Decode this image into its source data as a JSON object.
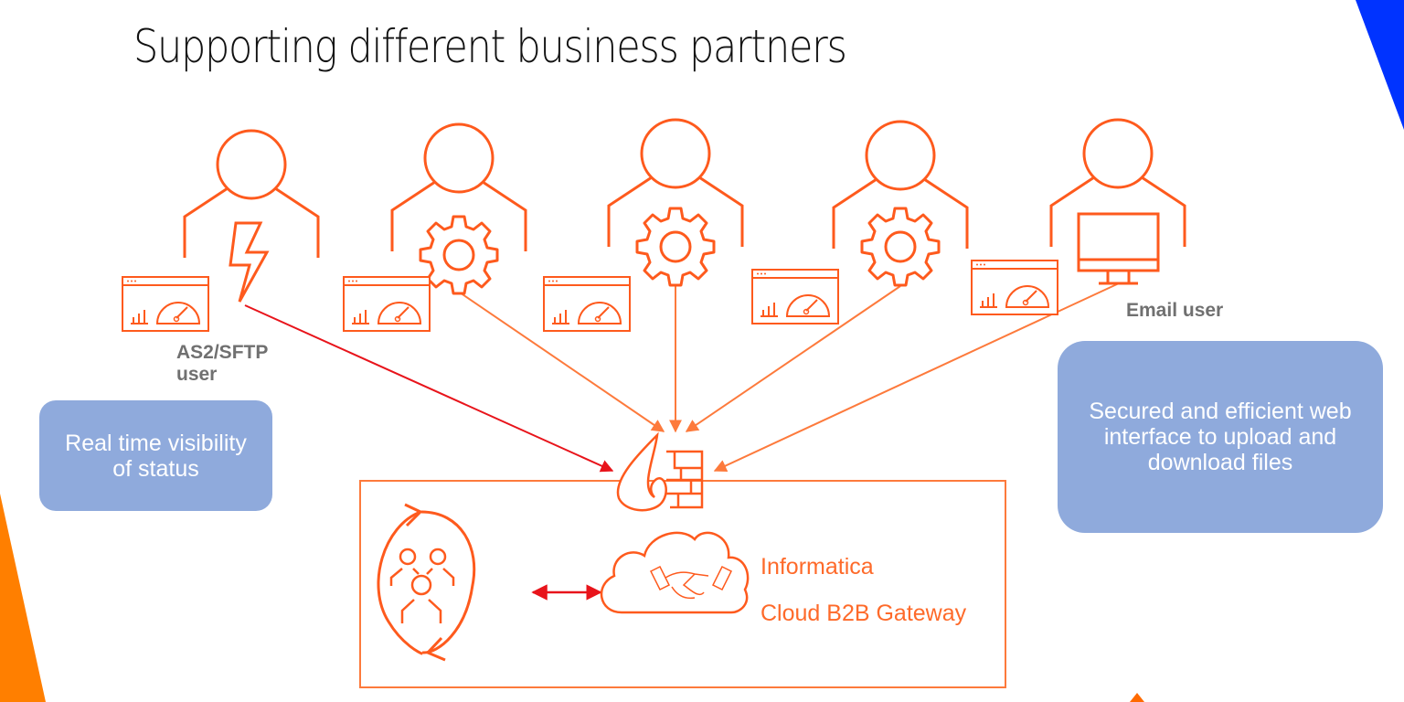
{
  "slide": {
    "title": "Supporting different business partners"
  },
  "partners": [
    {
      "type": "as2-sftp",
      "icon": "lightning-icon",
      "label": "AS2/SFTP user",
      "has_dashboard": true,
      "connector": "red"
    },
    {
      "type": "process",
      "icon": "gear-icon",
      "label": "",
      "has_dashboard": true,
      "connector": "orange"
    },
    {
      "type": "process",
      "icon": "gear-icon",
      "label": "",
      "has_dashboard": true,
      "connector": "orange"
    },
    {
      "type": "process",
      "icon": "gear-icon",
      "label": "",
      "has_dashboard": true,
      "connector": "orange"
    },
    {
      "type": "email",
      "icon": "monitor-icon",
      "label": "Email user",
      "has_dashboard": true,
      "connector": "orange"
    }
  ],
  "labels": {
    "as2_user": "AS2/SFTP user",
    "email_user": "Email user"
  },
  "callouts": {
    "left": "Real time visibility of status",
    "right": "Secured and efficient web interface to upload and download files"
  },
  "gateway": {
    "line1": "Informatica",
    "line2": "Cloud B2B Gateway",
    "firewall_icon": "firewall-icon",
    "cloud_icon": "cloud-handshake-icon",
    "community_icon": "partner-community-cycle-icon"
  },
  "colors": {
    "accent_orange": "#fe5a1d",
    "line_orange": "#fd7a3c",
    "line_red": "#e8141b",
    "callout_blue": "#8faadc",
    "label_grey": "#707070",
    "corner_blue": "#0033ff",
    "corner_orange": "#ff7f00"
  }
}
